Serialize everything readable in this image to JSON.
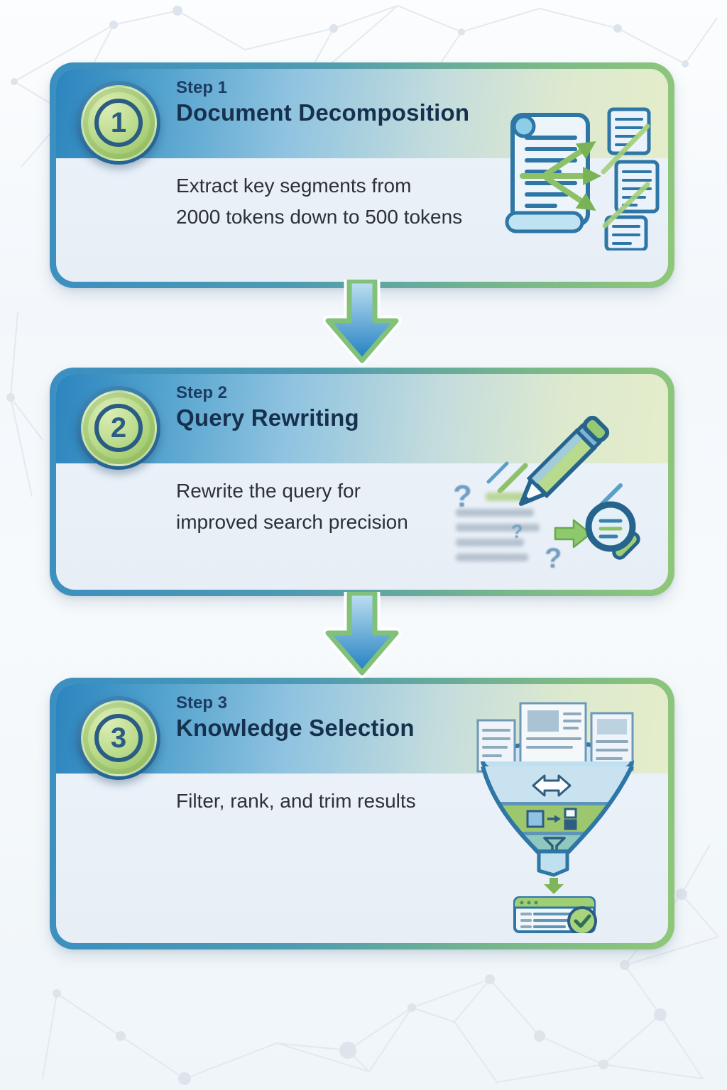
{
  "steps": [
    {
      "badge_number": "1",
      "step_label": "Step 1",
      "title": "Document Decomposition",
      "description_lines": [
        "Extract key segments from",
        "2000 tokens down to 500 tokens"
      ],
      "icon": "document-decomposition-icon"
    },
    {
      "badge_number": "2",
      "step_label": "Step 2",
      "title": "Query Rewriting",
      "description_lines": [
        "Rewrite the query for",
        "improved search precision"
      ],
      "icon": "pencil-magnifier-icon"
    },
    {
      "badge_number": "3",
      "step_label": "Step 3",
      "title": "Knowledge Selection",
      "description_lines": [
        "Filter, rank, and trim results"
      ],
      "icon": "funnel-selection-icon"
    }
  ],
  "icons": {
    "question_mark": "?"
  },
  "colors": {
    "header_blue": "#2c85be",
    "header_pale_green": "#e4edca",
    "border_blue": "#3b8fc0",
    "border_green": "#8fc779",
    "badge_green": "#bcdc8e",
    "badge_ring_navy": "#2a5c84",
    "title_navy": "#16314e",
    "body_text": "#2c3136",
    "arrow_fill_blue": "#2e8fc5",
    "arrow_outline_green": "#82c17a",
    "illustration_outline_blue": "#2e76a6",
    "illustration_green": "#8cc167"
  }
}
